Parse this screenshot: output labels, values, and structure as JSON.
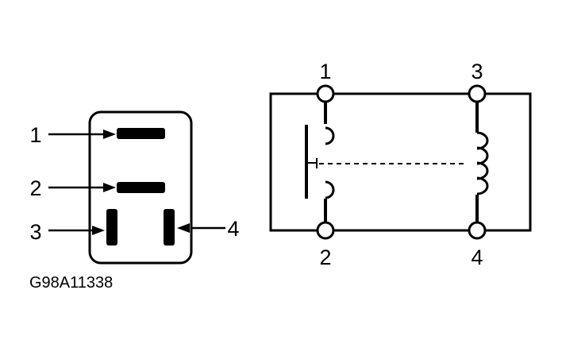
{
  "connector_view": {
    "pin_labels": [
      "1",
      "2",
      "3",
      "4"
    ]
  },
  "schematic": {
    "terminal_labels": [
      "1",
      "3",
      "2",
      "4"
    ]
  },
  "figure_id": "G98A11338",
  "colors": {
    "line": "#000000",
    "background": "#ffffff"
  }
}
